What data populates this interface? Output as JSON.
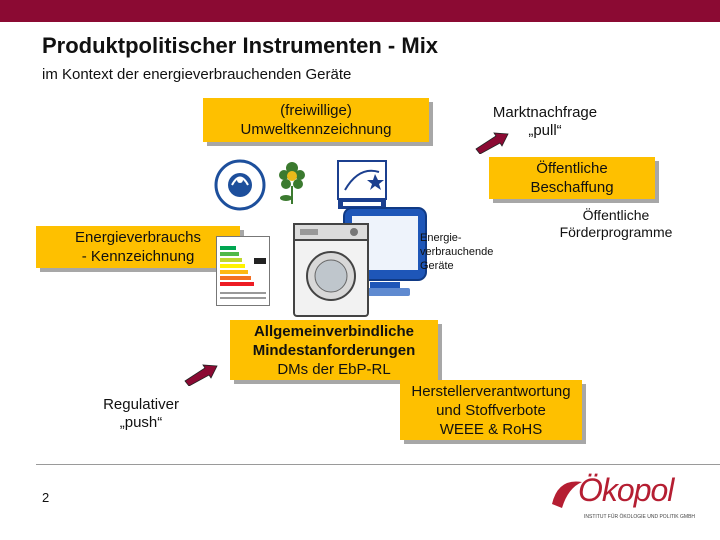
{
  "header": {
    "title": "Produktpolitischer Instrumenten - Mix",
    "subtitle": "im Kontext der energieverbrauchenden Geräte"
  },
  "boxes": {
    "umweltzeichen": {
      "line1": "(freiwillige)",
      "line2": "Umweltkennzeichnung"
    },
    "oeffentliche_beschaffung": {
      "line1": "Öffentliche",
      "line2": "Beschaffung"
    },
    "energie_kennzeichnung": {
      "line1": "Energieverbrauchs",
      "line2": "- Kennzeichnung"
    },
    "mindestanforderungen": {
      "line1": "Allgemeinverbindliche",
      "line2": "Mindestanforderungen",
      "line3": "DMs der EbP-RL"
    },
    "herstellerverantwortung": {
      "line1": "Herstellerverantwortung",
      "line2": "und Stoffverbote",
      "line3": "WEEE & RoHS"
    }
  },
  "labels": {
    "marktnachfrage": {
      "line1": "Marktnachfrage",
      "line2": "„pull“"
    },
    "foerderprogramme": {
      "line1": "Öffentliche",
      "line2": "Förderprogramme"
    },
    "geraete": {
      "line1": "Energie-",
      "line2": "verbrauchende",
      "line3": "Geräte"
    },
    "regulativ": {
      "line1": "Regulativer",
      "line2": "„push“"
    }
  },
  "footer": {
    "page_number": "2",
    "logo_text": "Ökopol",
    "logo_subtext": "INSTITUT FÜR ÖKOLOGIE UND POLITIK GMBH"
  },
  "colors": {
    "topbar": "#8b0a33",
    "box_fill": "#fec000",
    "arrow": "#8b0a33",
    "logo": "#b51e32"
  },
  "icons": [
    "blue-angel-icon",
    "eu-flower-icon",
    "energy-star-icon",
    "energy-label-icon",
    "washing-machine-icon",
    "monitor-icon"
  ]
}
